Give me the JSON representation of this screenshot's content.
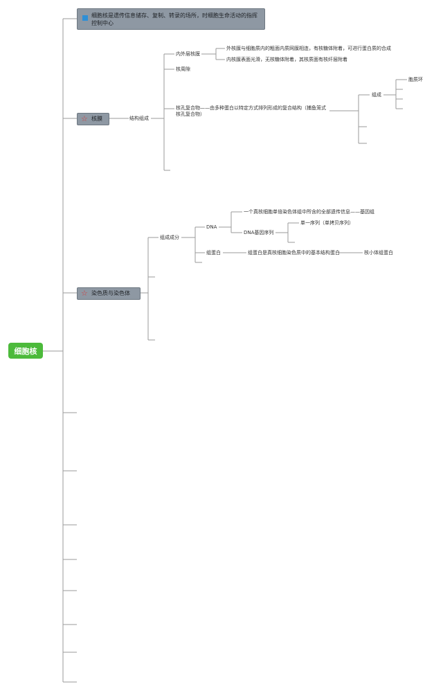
{
  "root": "细胞核",
  "node1": {
    "icon": "blue-square-icon",
    "text": "细胞核是遗传信息储存、复制、转录的场所，时细胞生命活动的指挥控制中心"
  },
  "node2": {
    "icon": "star-icon",
    "label": "核膜",
    "structure": "结构组成",
    "membrane": "内外层核膜",
    "membrane_notes": [
      "外核膜与细胞质内的粗面内质网膜相连，有核糖体附着，可进行蛋白质的合成",
      "内核膜表面光滑，无核糖体附着，其核质面有核纤层附着"
    ],
    "space": "核周隙",
    "pore": "核孔复合物——由多种蛋白以特定方式排列形成的复合结构（捕鱼笼式核孔复合物）",
    "composition": "组成",
    "ring": "胞质环"
  },
  "node3": {
    "icon": "star-icon",
    "label": "染色质与染色体",
    "composition": "组成成分",
    "dna": "DNA",
    "genome": "一个真核细胞单倍染色体组中所含的全部遗传信息——基因组",
    "dna_seq": "DNA基因序列",
    "single_seq": "单一序列（单拷贝序列）",
    "histone": "组蛋白",
    "histone_note": "组蛋白是真核细胞染色质中的基本结构蛋白",
    "nucleosome": "核小体组蛋白"
  },
  "colors": {
    "root": "#4cba3b",
    "box": "#8e98a3",
    "lines": "#9a9a9a",
    "star": "#d53a3a",
    "square": "#2f8fd6"
  }
}
